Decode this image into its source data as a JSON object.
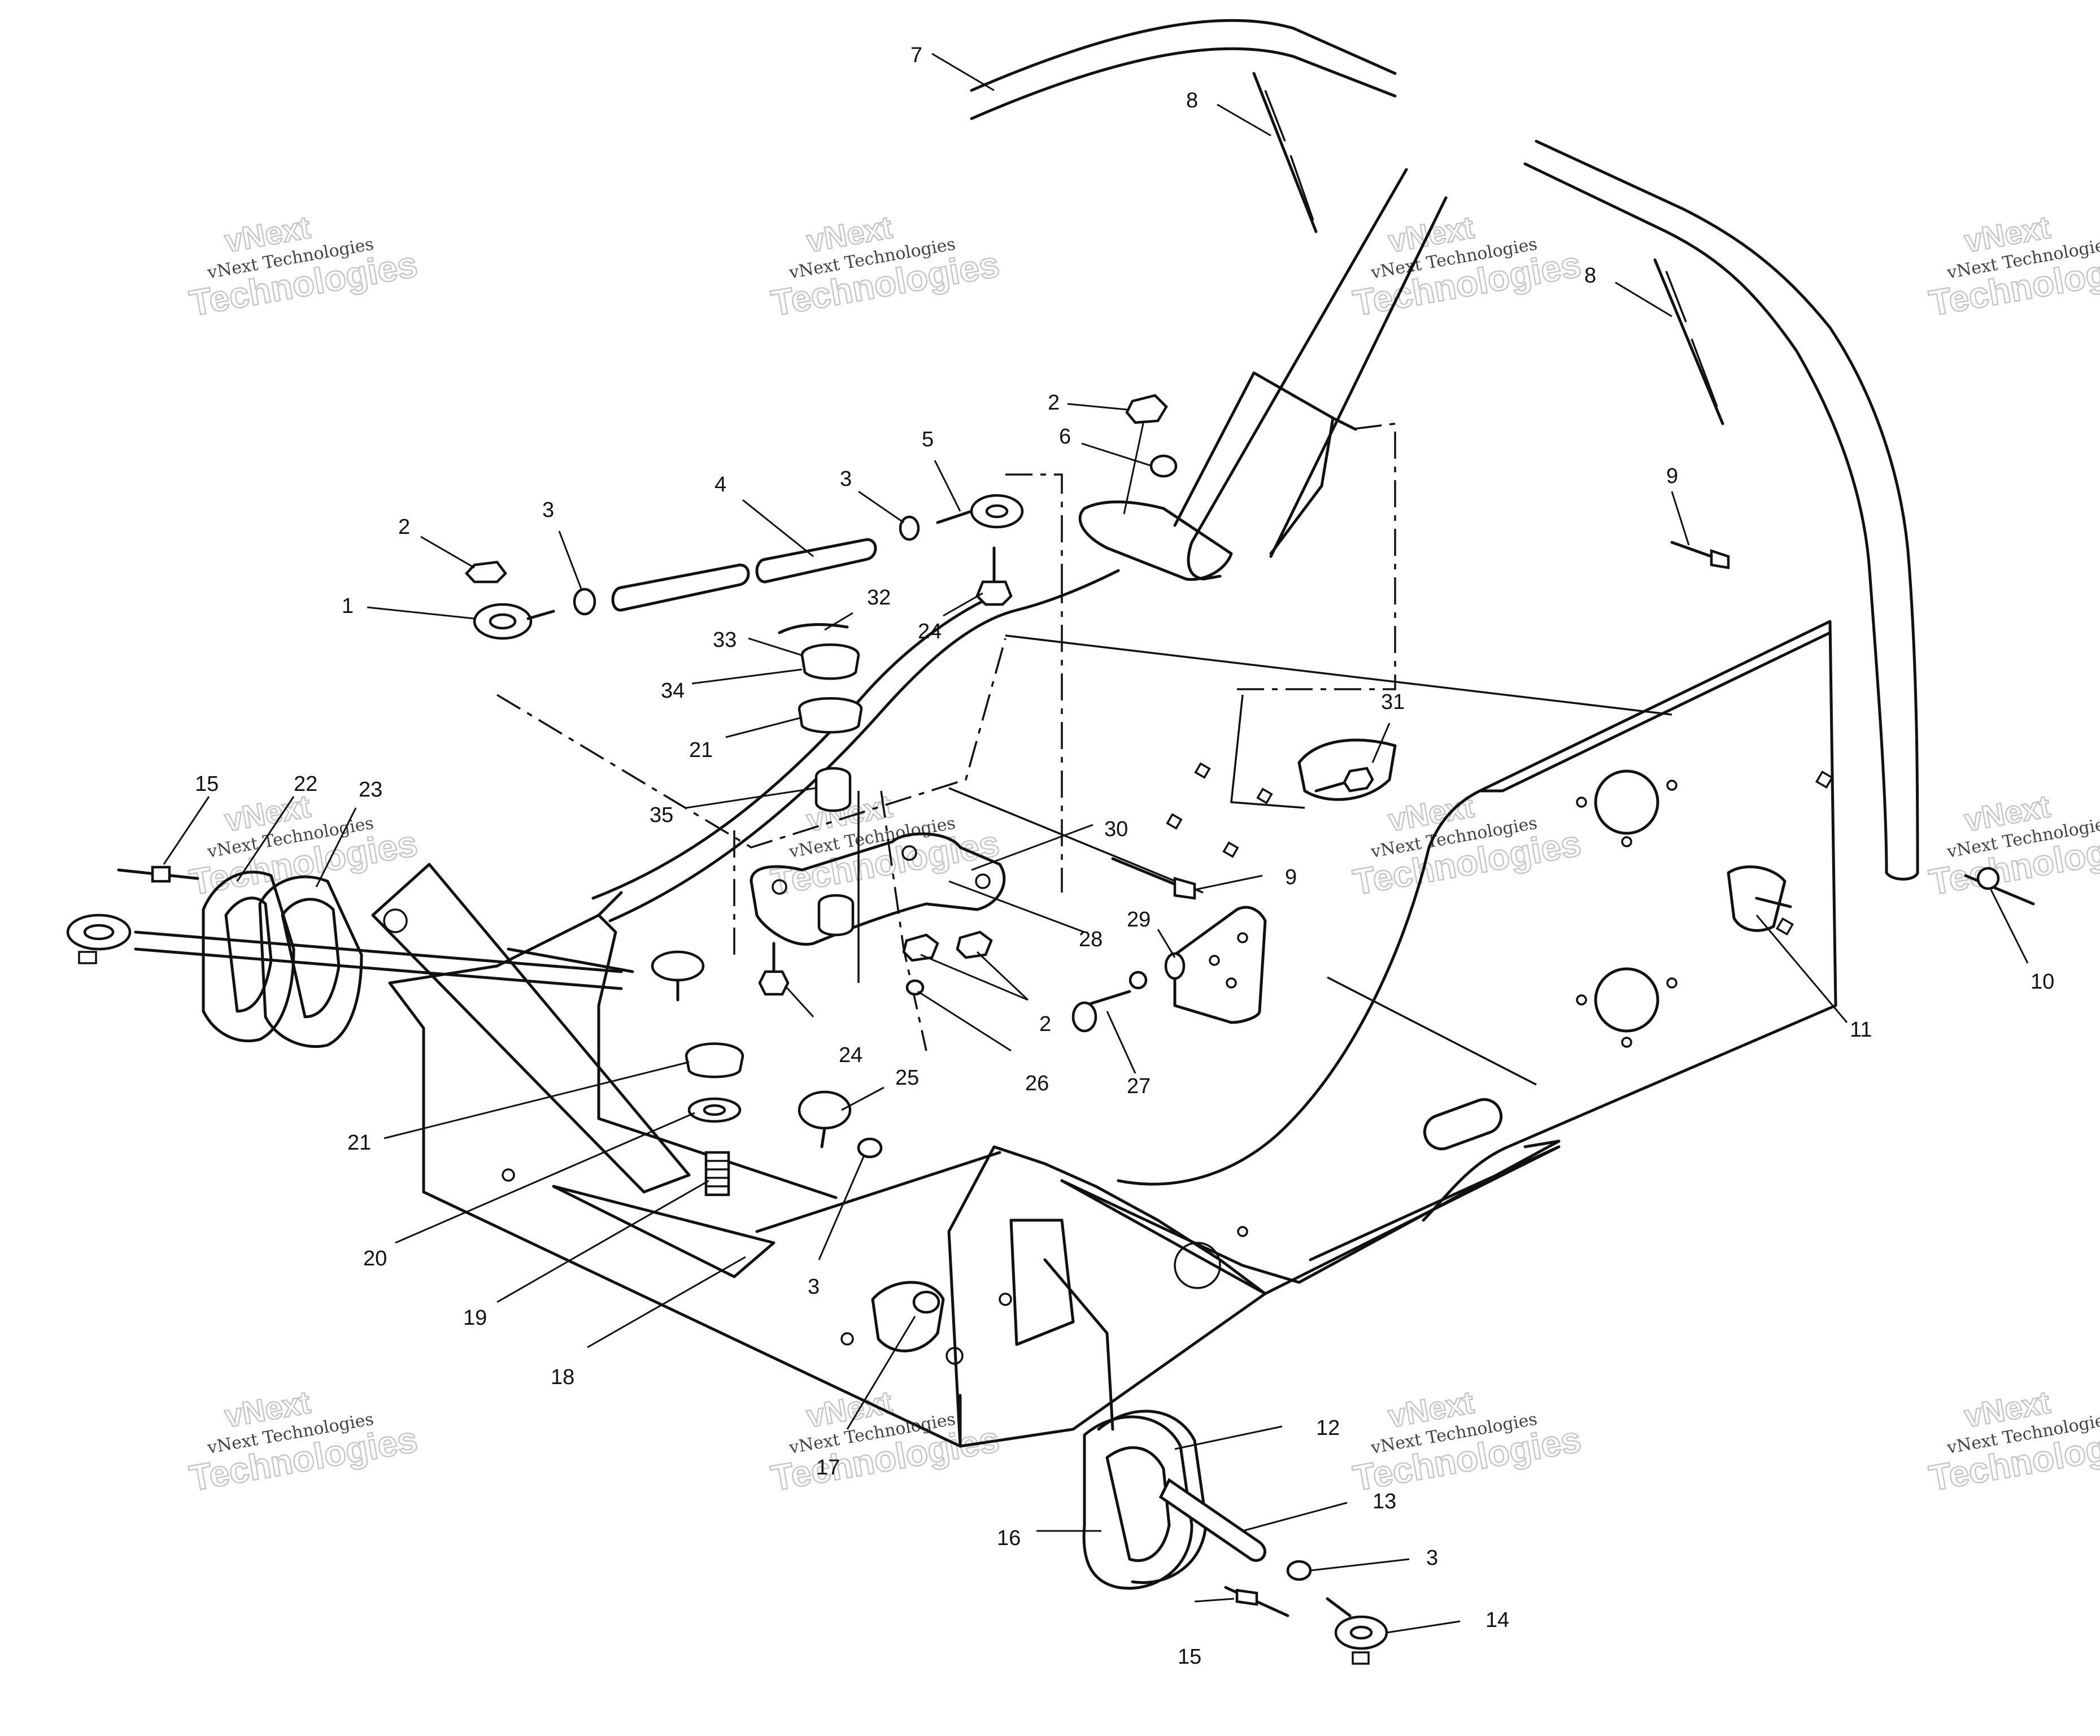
{
  "watermark": {
    "line1": "vNext",
    "line2": "vNext Technologies",
    "line3": "Technologies"
  },
  "callouts": [
    "1",
    "2",
    "3",
    "4",
    "5",
    "6",
    "7",
    "8",
    "9",
    "10",
    "11",
    "12",
    "13",
    "14",
    "15",
    "16",
    "17",
    "18",
    "19",
    "20",
    "21",
    "22",
    "23",
    "24",
    "25",
    "26",
    "27",
    "28",
    "29",
    "30",
    "31",
    "32",
    "33",
    "34",
    "35",
    "3",
    "8",
    "2",
    "3",
    "24",
    "21",
    "3",
    "9",
    "2",
    "21",
    "24",
    "3",
    "15"
  ]
}
